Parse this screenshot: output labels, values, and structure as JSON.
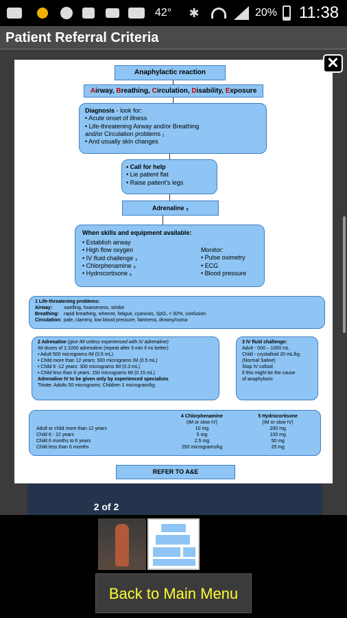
{
  "status": {
    "temp": "42°",
    "battery": "20%",
    "time": "11:38"
  },
  "title": "Patient Referral Criteria",
  "close_glyph": "✕",
  "chart": {
    "b1": "Anaphylactic reaction",
    "b2": {
      "A": "A",
      "a": "irway, ",
      "B": "B",
      "b": "reathing, ",
      "C": "C",
      "c": "irculation, ",
      "D": "D",
      "d": "isability, ",
      "E": "E",
      "e": "xposure"
    },
    "b3": {
      "head": "Diagnosis",
      "lead": " - look for:",
      "l1": "• Acute onset of illness",
      "l2": "• Life-threatening Airway and/or Breathing",
      "l3": "and/or Circulation problems ₁",
      "l4": "• And usually skin changes"
    },
    "b4": {
      "head": "• Call for help",
      "l1": "• Lie patient flat",
      "l2": "• Raise patient's legs"
    },
    "b5": "Adrenaline ₂",
    "b6": {
      "head": "When skills and equipment available:",
      "c1": [
        "• Establish airway",
        "• High flow oxygen",
        "• IV fluid challenge ₃",
        "• Chlorphenamine ₄",
        "• Hydrocortisone ₅"
      ],
      "c2head": "Monitor:",
      "c2": [
        "• Pulse oximetry",
        "• ECG",
        "• Blood pressure"
      ]
    },
    "b7": {
      "head": "1 Life-threatening problems:",
      "r1k": "Airway:",
      "r1v": "swelling, hoarseness, stridor",
      "r2k": "Breathing:",
      "r2v": "rapid breathing, wheeze, fatigue, cyanosis, SpO₂ < 92%, confusion",
      "r3k": "Circulation:",
      "r3v": "pale, clammy, low blood pressure, faintness, drowsy/coma"
    },
    "b8": {
      "head": "2 Adrenaline",
      "head2": " (give IM unless experienced with IV adrenaline)",
      "l1": "IM doses of 1:1000 adrenaline (repeat after 5 min if no better)",
      "l2": "• Adult 500 micrograms IM (0.5 mL)",
      "l3": "• Child more than 12 years: 500 micrograms IM (0.5 mL)",
      "l4": "• Child 6 -12 years: 300 micrograms IM (0.3 mL)",
      "l5": "• Child less than 6 years: 150 micrograms IM (0.15 mL)",
      "l6": "Adrenaline IV to be given only by experienced specialists",
      "l7": "Titrate: Adults 50 micrograms; Children 1 microgram/kg"
    },
    "b9": {
      "head": "3 IV fluid challenge:",
      "l1": "Adult - 500 – 1000 mL",
      "l2": "Child - crystalloid 20 mL/kg",
      "l3": "(Normal Saline)",
      "l4": "Stop IV colloid",
      "l5": "if this might be the cause",
      "l6": "of anaphylaxis"
    },
    "b10": {
      "h1": "4 Chlorphenamine",
      "h1s": "(IM or slow IV)",
      "h2": "5 Hydrocortisone",
      "h2s": "(IM or slow IV)",
      "rows": [
        {
          "who": "Adult or child more than 12 years",
          "c": "10 mg",
          "h": "200 mg"
        },
        {
          "who": "Child 6 - 12 years",
          "c": "5 mg",
          "h": "100 mg"
        },
        {
          "who": "Child 6 months to 6 years",
          "c": "2.5 mg",
          "h": "50 mg"
        },
        {
          "who": "Child less than 6 months",
          "c": "250 micrograms/kg",
          "h": "25 mg"
        }
      ]
    },
    "b11": "REFER TO A&E"
  },
  "pager": "2 of 2",
  "main_button": "Back to Main Menu"
}
